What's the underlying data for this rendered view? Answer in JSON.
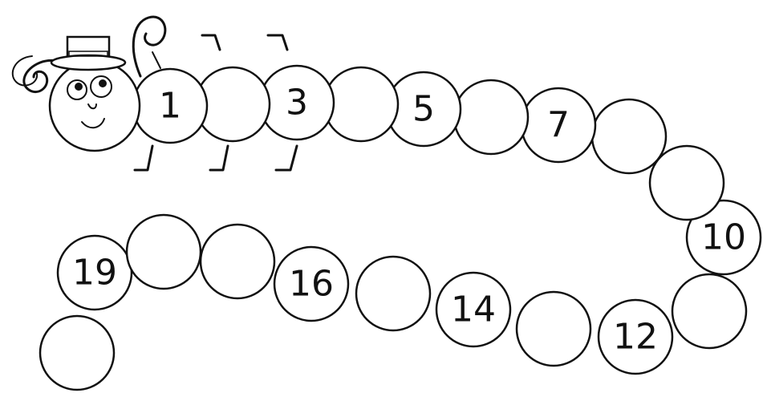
{
  "worksheet": {
    "segments": [
      {
        "label": "1"
      },
      {
        "label": ""
      },
      {
        "label": "3"
      },
      {
        "label": ""
      },
      {
        "label": "5"
      },
      {
        "label": ""
      },
      {
        "label": "7"
      },
      {
        "label": ""
      },
      {
        "label": ""
      },
      {
        "label": "10"
      },
      {
        "label": ""
      },
      {
        "label": "12"
      },
      {
        "label": ""
      },
      {
        "label": "14"
      },
      {
        "label": ""
      },
      {
        "label": "16"
      },
      {
        "label": ""
      },
      {
        "label": ""
      },
      {
        "label": "19"
      },
      {
        "label": ""
      }
    ]
  }
}
